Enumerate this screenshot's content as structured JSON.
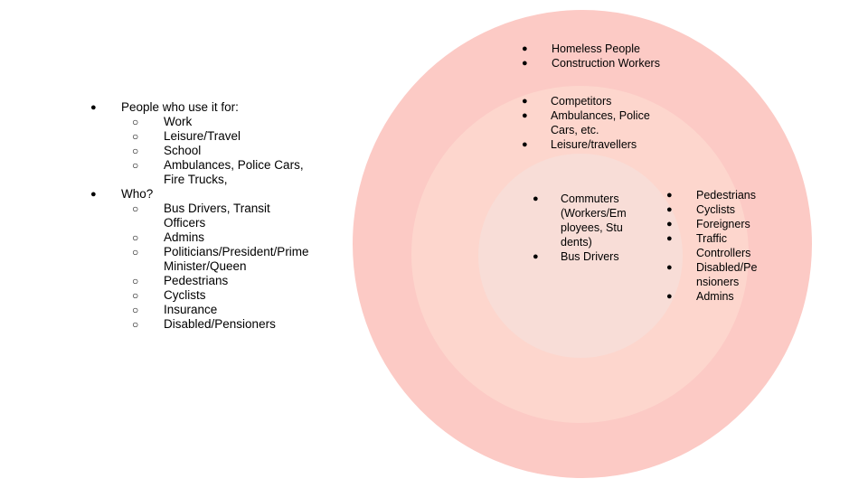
{
  "colors": {
    "outer_ring": "#fccac5",
    "middle_ring": "#fdd6cd",
    "inner_ring": "#f8ddd7",
    "text": "#000000"
  },
  "left_list": [
    {
      "text": "People who use it for:",
      "children": [
        "Work",
        "Leisure/Travel",
        "School",
        "Ambulances, Police Cars, Fire Trucks,"
      ]
    },
    {
      "text": "Who?",
      "children": [
        "Bus Drivers, Transit Officers",
        "Admins",
        "Politicians/President/Prime Minister/Queen",
        "Pedestrians",
        "Cyclists",
        "Insurance",
        "Disabled/Pensioners"
      ]
    }
  ],
  "diagram": {
    "outer_ring_items": [
      "Homeless People",
      "Construction Workers"
    ],
    "middle_ring_items": [
      "Competitors",
      "Ambulances, Police Cars, etc.",
      "Leisure/travellers"
    ],
    "inner_left_items": [
      "Commuters (Workers/Employees, Students)",
      "Bus Drivers"
    ],
    "inner_right_items": [
      "Pedestrians",
      "Cyclists",
      "Foreigners",
      "Traffic Controllers",
      "Disabled/Pensioners",
      "Admins"
    ]
  }
}
